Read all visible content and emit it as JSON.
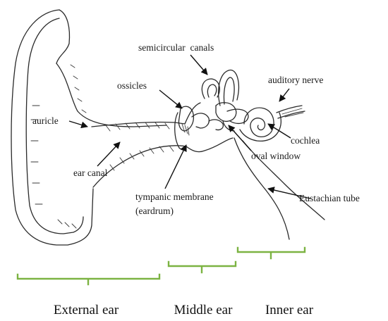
{
  "labels": {
    "semicircular_canals": "semicircular  canals",
    "auditory_nerve": "auditory nerve",
    "ossicles": "ossicles",
    "auricle": "auricle",
    "cochlea": "cochlea",
    "oval_window": "oval window",
    "ear_canal": "ear canal",
    "tympanic_membrane": "tympanic membrane",
    "eardrum": "(eardrum)",
    "eustachian_tube": "Eustachian tube"
  },
  "regions": {
    "external": "External ear",
    "middle": "Middle ear",
    "inner": "Inner ear"
  },
  "colors": {
    "brace": "#7cb342",
    "ink": "#2a2a2a"
  }
}
